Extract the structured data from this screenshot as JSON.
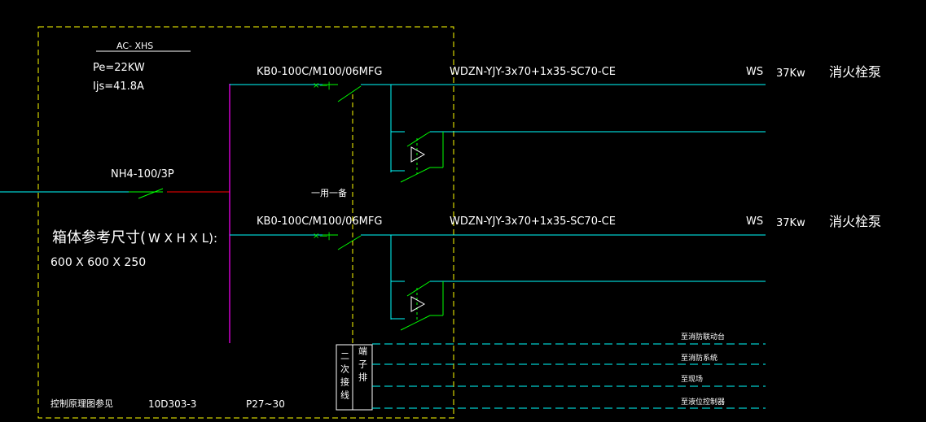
{
  "panel": {
    "id": "AC- XHS",
    "pe": "Pe=22KW",
    "ijs": "Ijs=41.8A",
    "box_size_label": "箱体参考尺寸(",
    "box_size_dims": "W X H X L):",
    "box_size_values": "600 X 600 X 250",
    "control_ref_label": "控制原理图参见",
    "control_ref_code": "10D303-3",
    "control_ref_pages": "P27~30"
  },
  "incoming": {
    "breaker": "NH4-100/3P"
  },
  "standby_note": "一用一备",
  "feeders": [
    {
      "breaker": "KB0-100C/M100/06MFG",
      "cable": "WDZN-YJY-3x70+1x35-SC70-CE",
      "code": "WS",
      "power": "37Kw",
      "load": "消火栓泵"
    },
    {
      "breaker": "KB0-100C/M100/06MFG",
      "cable": "WDZN-YJY-3x70+1x35-SC70-CE",
      "code": "WS",
      "power": "37Kw",
      "load": "消火栓泵"
    }
  ],
  "terminal_block": {
    "label_left": "二次接线",
    "label_right": "端子排",
    "outputs": [
      "至消防联动台",
      "至消防系统",
      "至现场",
      "至液位控制器"
    ]
  },
  "colors": {
    "background": "#000000",
    "text": "#ffffff",
    "feeder": "#00ffff",
    "switch": "#00ff00",
    "frame": "#ffff00",
    "bus": "#ff00ff",
    "incoming_link": "#ff0000"
  }
}
